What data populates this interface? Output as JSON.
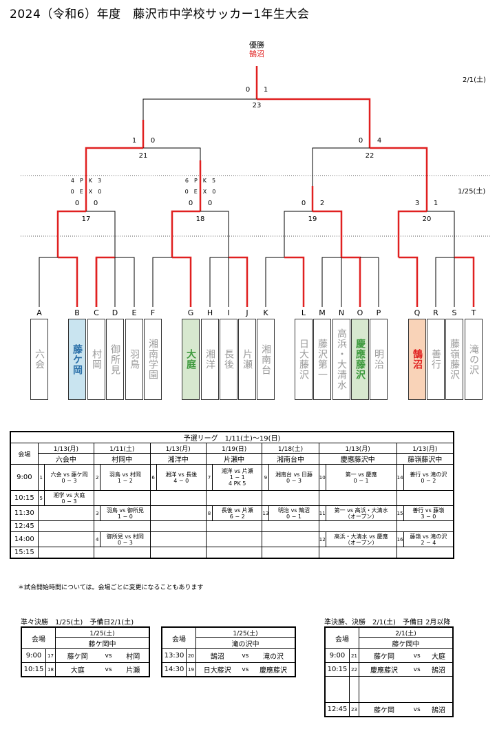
{
  "title": "2024（令和6）年度　藤沢市中学校サッカー1年生大会",
  "champion": {
    "label": "優勝",
    "name": "鵠沼"
  },
  "dates": {
    "final": "2/1(土)",
    "quarter": "1/25(土)"
  },
  "matches": {
    "m23": {
      "no": "23",
      "left": "0",
      "right": "1"
    },
    "m21": {
      "no": "21",
      "left": "1",
      "right": "0"
    },
    "m22": {
      "no": "22",
      "left": "0",
      "right": "4"
    },
    "m17": {
      "no": "17",
      "left": "0",
      "right": "0",
      "pk_a": "4　P　K　3",
      "pk_b": "0　E　X　0"
    },
    "m18": {
      "no": "18",
      "left": "0",
      "right": "0",
      "pk_a": "6　P　K　5",
      "pk_b": "0　E　X　0"
    },
    "m19": {
      "no": "19",
      "left": "0",
      "right": "2"
    },
    "m20": {
      "no": "20",
      "left": "3",
      "right": "1"
    }
  },
  "teams": [
    {
      "letter": "A",
      "name": "六会"
    },
    {
      "letter": "B",
      "name": "藤ケ岡"
    },
    {
      "letter": "C",
      "name": "村岡"
    },
    {
      "letter": "D",
      "name": "御所見"
    },
    {
      "letter": "E",
      "name": "羽鳥"
    },
    {
      "letter": "F",
      "name": "湘南学園"
    },
    {
      "letter": "G",
      "name": "大庭"
    },
    {
      "letter": "H",
      "name": "湘洋"
    },
    {
      "letter": "I",
      "name": "長後"
    },
    {
      "letter": "J",
      "name": "片瀬"
    },
    {
      "letter": "K",
      "name": "湘南台"
    },
    {
      "letter": "L",
      "name": "日大藤沢"
    },
    {
      "letter": "M",
      "name": "藤沢第一"
    },
    {
      "letter": "N",
      "name": "高浜・大清水"
    },
    {
      "letter": "O",
      "name": "慶應藤沢"
    },
    {
      "letter": "P",
      "name": "明治"
    },
    {
      "letter": "Q",
      "name": "鵠沼"
    },
    {
      "letter": "R",
      "name": "善行"
    },
    {
      "letter": "S",
      "name": "藤嶺藤沢"
    },
    {
      "letter": "T",
      "name": "滝の沢"
    }
  ],
  "league": {
    "title": "予選リーグ　1/11(土)〜19(日)",
    "venue_header": "会場",
    "columns": [
      {
        "date": "1/13(月)",
        "venue": "六会中"
      },
      {
        "date": "1/11(土)",
        "venue": "村岡中"
      },
      {
        "date": "1/13(月)",
        "venue": "湘洋中"
      },
      {
        "date": "1/19(日)",
        "venue": "片瀬中"
      },
      {
        "date": "1/18(土)",
        "venue": "湘南台中"
      },
      {
        "date": "1/13(月)",
        "venue": "慶應藤沢中"
      },
      {
        "date": "1/13(月)",
        "venue": "藤嶺藤沢中"
      }
    ],
    "times": [
      "9:00",
      "10:15",
      "11:30",
      "12:45",
      "14:00",
      "15:15"
    ],
    "cells": {
      "r0c0": {
        "no": "1",
        "match": "六会 vs 藤ケ岡",
        "score": "0 − 3"
      },
      "r0c1": {
        "no": "2",
        "match": "羽鳥 vs 村岡",
        "score": "1 − 2"
      },
      "r0c2": {
        "no": "6",
        "match": "湘洋 vs 長後",
        "score": "4 − 0"
      },
      "r0c3": {
        "no": "7",
        "match": "湘洋 vs 片瀬",
        "score": "1 − 1",
        "extra": "4 PK 5"
      },
      "r0c4": {
        "no": "9",
        "match": "湘南台 vs 日藤",
        "score": "0 − 3"
      },
      "r0c5": {
        "no": "10",
        "match": "第一 vs 慶應",
        "score": "0 − 1"
      },
      "r0c6": {
        "no": "14",
        "match": "善行 vs 滝の沢",
        "score": "0 − 2"
      },
      "r1c0": {
        "no": "5",
        "match": "湘学 vs 大庭",
        "score": "0 − 3"
      },
      "r2c1": {
        "no": "3",
        "match": "羽鳥 vs 御所見",
        "score": "1 − 0"
      },
      "r2c3": {
        "no": "8",
        "match": "長後 vs 片瀬",
        "score": "6 − 2"
      },
      "r2c4": {
        "no": "13",
        "match": "明治 vs 鵠沼",
        "score": "0 − 1"
      },
      "r2c5": {
        "no": "11",
        "match": "第一 vs 高浜・大清水",
        "score": "（オープン）"
      },
      "r2c6": {
        "no": "15",
        "match": "善行 vs 藤嶺",
        "score": "3 − 0"
      },
      "r4c1": {
        "no": "4",
        "match": "御所見 vs 村岡",
        "score": "0 − 3"
      },
      "r4c5": {
        "no": "12",
        "match": "高浜・大清水 vs 慶應",
        "score": "（オープン）"
      },
      "r4c6": {
        "no": "16",
        "match": "藤嶺 vs 滝の沢",
        "score": "2 − 4"
      }
    }
  },
  "note": "＊試合開始時間については。会場ごとに変更になることもあります",
  "quarter": {
    "title": "準々決勝　1/25(土)　予備日2/1(土)",
    "t1": {
      "venue_header": "会場",
      "date": "1/25(土)",
      "venue": "藤ケ岡中",
      "rows": [
        {
          "time": "9:00",
          "no": "17",
          "a": "藤ケ岡",
          "vs": "vs",
          "b": "村岡"
        },
        {
          "time": "10:15",
          "no": "18",
          "a": "大庭",
          "vs": "vs",
          "b": "片瀬"
        }
      ]
    },
    "t2": {
      "venue_header": "会場",
      "date": "1/25(土)",
      "venue": "滝の沢中",
      "rows": [
        {
          "time": "13:30",
          "no": "20",
          "a": "鵠沼",
          "vs": "vs",
          "b": "滝の沢"
        },
        {
          "time": "14:30",
          "no": "19",
          "a": "日大藤沢",
          "vs": "vs",
          "b": "慶應藤沢"
        }
      ]
    }
  },
  "semi": {
    "title": "準決勝、決勝　2/1(土)　予備日 2月以降",
    "venue_header": "会場",
    "date": "2/1(土)",
    "venue": "藤ケ岡中",
    "rows": [
      {
        "time": "9:00",
        "no": "21",
        "a": "藤ケ岡",
        "vs": "vs",
        "b": "大庭"
      },
      {
        "time": "10:15",
        "no": "22",
        "a": "慶應藤沢",
        "vs": "vs",
        "b": "鵠沼"
      },
      {
        "time": "",
        "no": "",
        "a": "",
        "vs": "",
        "b": ""
      },
      {
        "time": "12:45",
        "no": "23",
        "a": "藤ケ岡",
        "vs": "vs",
        "b": "鵠沼"
      }
    ]
  },
  "colors": {
    "win": "#e02020",
    "line": "#000000"
  }
}
